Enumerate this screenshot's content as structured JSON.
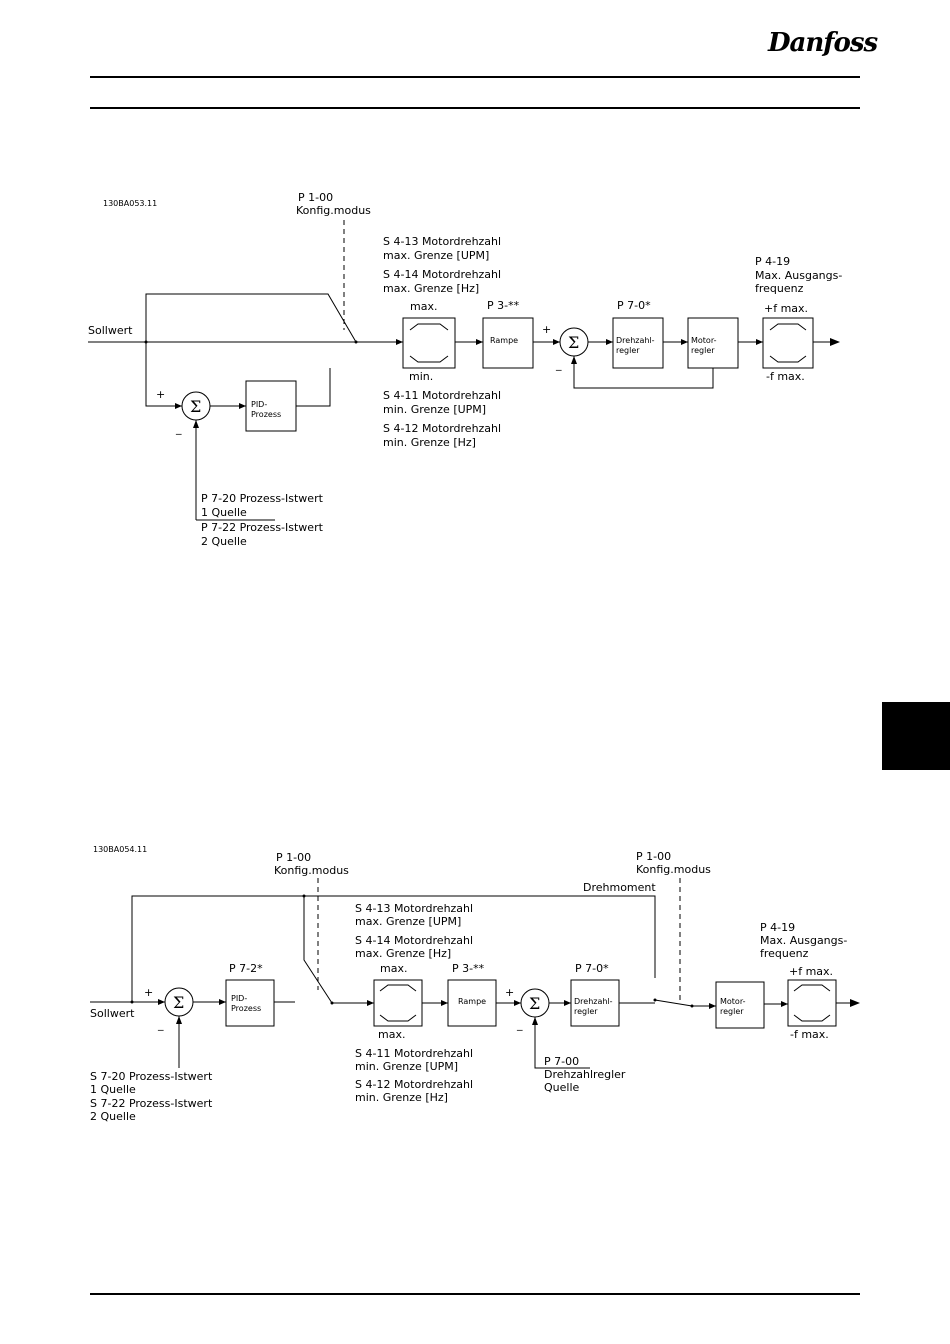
{
  "header": {
    "brand": "Danfoss"
  },
  "diagram1": {
    "id": "130BA053.11",
    "konfig": [
      "P 1-00",
      "Konfig.modus"
    ],
    "input": "Sollwert",
    "max_limits": [
      "S 4-13 Motordrehzahl",
      "max. Grenze [UPM]",
      "S 4-14 Motordrehzahl",
      "max. Grenze [Hz]"
    ],
    "min_limits": [
      "S 4-11 Motordrehzahl",
      "min. Grenze [UPM]",
      "S 4-12 Motordrehzahl",
      "min. Grenze [Hz]"
    ],
    "limiter_max": "max.",
    "limiter_min": "min.",
    "ramp_param": "P 3-**",
    "ramp": "Rampe",
    "speed_param": "P 7-0*",
    "speed_ctrl": [
      "Drehzahl-",
      "regler"
    ],
    "motor_ctrl": [
      "Motor-",
      "regler"
    ],
    "pid": [
      "PID-",
      "Prozess"
    ],
    "output_freq": [
      "P 4-19",
      "Max. Ausgangs-",
      "frequenz"
    ],
    "fmax_pos": "+f max.",
    "fmax_neg": "-f max.",
    "feedback": [
      "P 7-20 Prozess-Istwert",
      "1 Quelle",
      "P 7-22 Prozess-Istwert",
      "2 Quelle"
    ],
    "plus": "+",
    "minus": "_"
  },
  "diagram2": {
    "id": "130BA054.11",
    "konfig1": [
      "P 1-00",
      "Konfig.modus"
    ],
    "konfig2": [
      "P 1-00",
      "Konfig.modus"
    ],
    "torque": "Drehmoment",
    "input": "Sollwert",
    "pid_param": "P 7-2*",
    "pid": [
      "PID-",
      "Prozess"
    ],
    "max_limits": [
      "S 4-13 Motordrehzahl",
      "max. Grenze [UPM]",
      "S 4-14 Motordrehzahl",
      "max. Grenze [Hz]"
    ],
    "min_limits": [
      "S 4-11 Motordrehzahl",
      "min. Grenze [UPM]",
      "S 4-12 Motordrehzahl",
      "min. Grenze [Hz]"
    ],
    "limiter_top": "max.",
    "limiter_bottom": "max.",
    "ramp_param": "P 3-**",
    "ramp": "Rampe",
    "speed_param": "P 7-0*",
    "speed_ctrl": [
      "Drehzahl-",
      "regler"
    ],
    "motor_ctrl": [
      "Motor-",
      "regler"
    ],
    "output_freq": [
      "P 4-19",
      "Max. Ausgangs-",
      "frequenz"
    ],
    "fmax_pos": "+f max.",
    "fmax_neg": "-f max.",
    "feedback": [
      "S 7-20 Prozess-Istwert",
      "1 Quelle",
      "S 7-22 Prozess-Istwert",
      "2 Quelle"
    ],
    "speed_source": [
      "P 7-00",
      "Drehzahlregler",
      "Quelle"
    ],
    "plus": "+",
    "minus": "_"
  }
}
